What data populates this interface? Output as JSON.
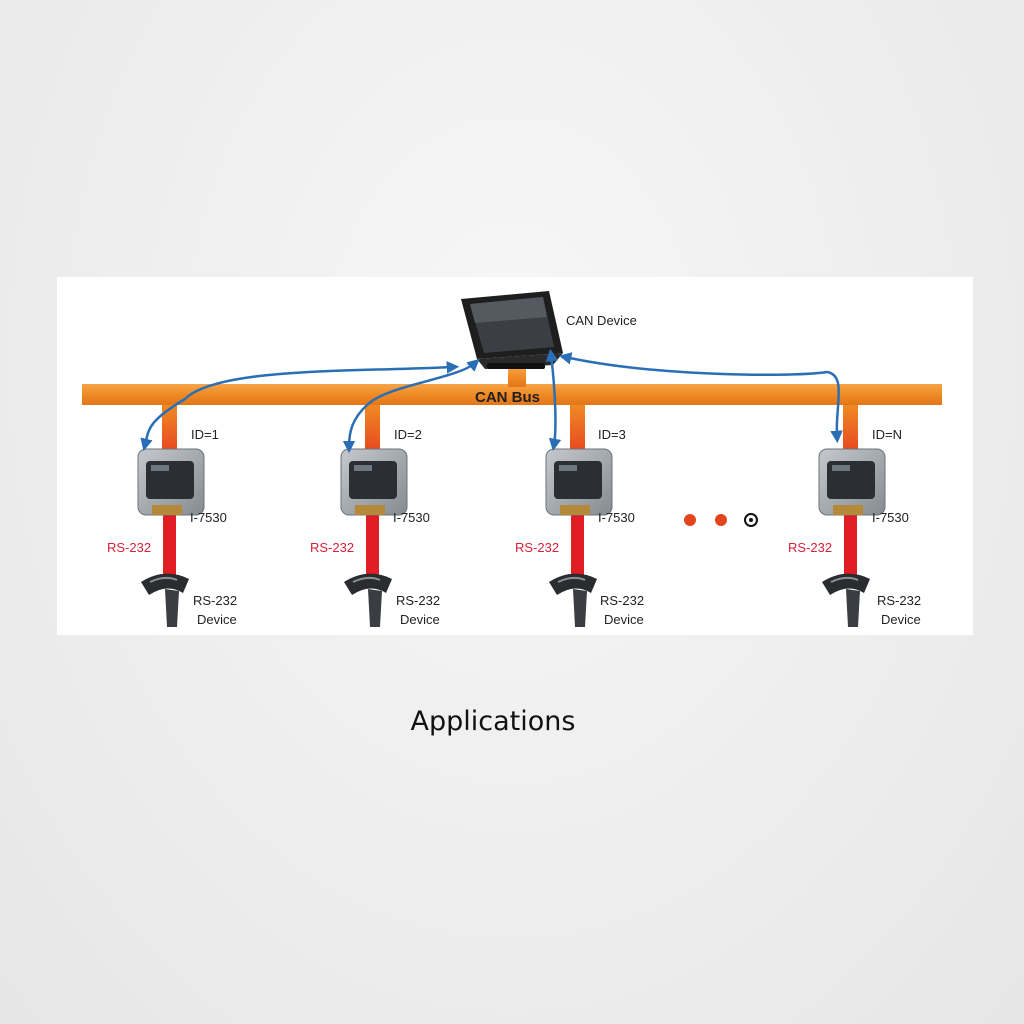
{
  "caption": "Applications",
  "diagram": {
    "can_device_label": "CAN Device",
    "bus_label": "CAN Bus",
    "module_model": "I-7530",
    "serial_label": "RS-232",
    "device_label_line1": "RS-232",
    "device_label_line2": "Device",
    "nodes": [
      {
        "id_label": "ID=1"
      },
      {
        "id_label": "ID=2"
      },
      {
        "id_label": "ID=3"
      },
      {
        "id_label": "ID=N"
      }
    ]
  },
  "colors": {
    "bus": "#f08a24",
    "serial_line": "#e01e24",
    "arrow": "#2a6fb5",
    "module": "#9aa0a6",
    "dot": "#e3451f"
  }
}
